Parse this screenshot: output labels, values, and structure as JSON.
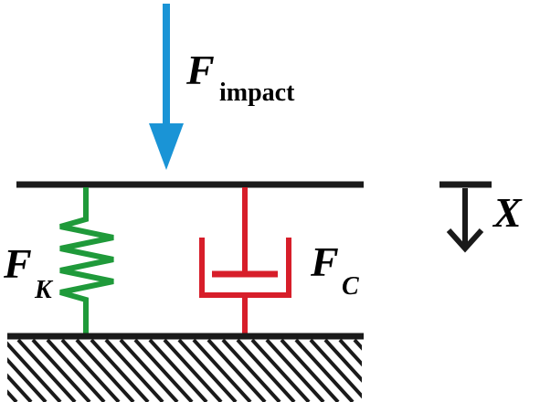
{
  "labels": {
    "impact_force_main": "F",
    "impact_force_sub": "impact",
    "spring_force_main": "F",
    "spring_force_sub": "K",
    "damper_force_main": "F",
    "damper_force_sub": "C",
    "displacement": "X"
  },
  "colors": {
    "impact_arrow": "#1a94d6",
    "spring": "#1f9a3a",
    "damper": "#d71e2a",
    "structure": "#1a1a1a",
    "displacement_arrow": "#1a1a1a"
  }
}
